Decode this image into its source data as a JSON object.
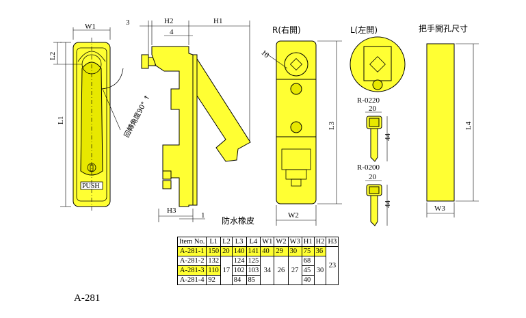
{
  "labels": {
    "w1": "W1",
    "l1": "L1",
    "l2": "L2",
    "rotation": "回轉角度90° ↑",
    "push": "PUSH",
    "dim_3": "3",
    "h2": "H2",
    "dim_4": "4",
    "h1": "H1",
    "h3": "H3",
    "dim_1": "1",
    "gasket": "防水橡皮",
    "right_open": "R(右開)",
    "left_open": "L(左開)",
    "dim_10": "10",
    "l3": "L3",
    "w2": "W2",
    "key1_model": "R-0220",
    "key1_w": "20",
    "key1_h": "44",
    "key2_model": "R-0200",
    "key2_w": "20",
    "key2_h": "44",
    "cutout_title": "把手開孔尺寸",
    "l4": "L4",
    "w3": "W3",
    "model": "A-281"
  },
  "colors": {
    "body": "#ffff33",
    "shade": "#e8e800",
    "line": "#000000"
  },
  "table": {
    "headers": [
      "Item No.",
      "L1",
      "L2",
      "L3",
      "L4",
      "W1",
      "W2",
      "W3",
      "H1",
      "H2",
      "H3"
    ],
    "rows": [
      {
        "item": "A-281-1",
        "L1": "150",
        "L3": "140",
        "L4": "141",
        "H1": "75",
        "highlight": true
      },
      {
        "item": "A-281-2",
        "L1": "132",
        "L3": "124",
        "L4": "125",
        "H1": "68",
        "highlight": false
      },
      {
        "item": "A-281-3",
        "L1": "110",
        "L3": "102",
        "L4": "103",
        "H1": "45",
        "highlight": true
      },
      {
        "item": "A-281-4",
        "L1": "92",
        "L3": "84",
        "L4": "85",
        "H1": "40",
        "highlight": false
      }
    ],
    "r1_L2": "20",
    "r1_W1": "40",
    "r1_W2": "29",
    "r1_W3": "30",
    "r1_H2": "36",
    "L2_shared": "17",
    "W1_shared": "34",
    "W2_shared": "26",
    "W3_shared": "27",
    "H2_shared": "30",
    "H3_shared": "23"
  }
}
